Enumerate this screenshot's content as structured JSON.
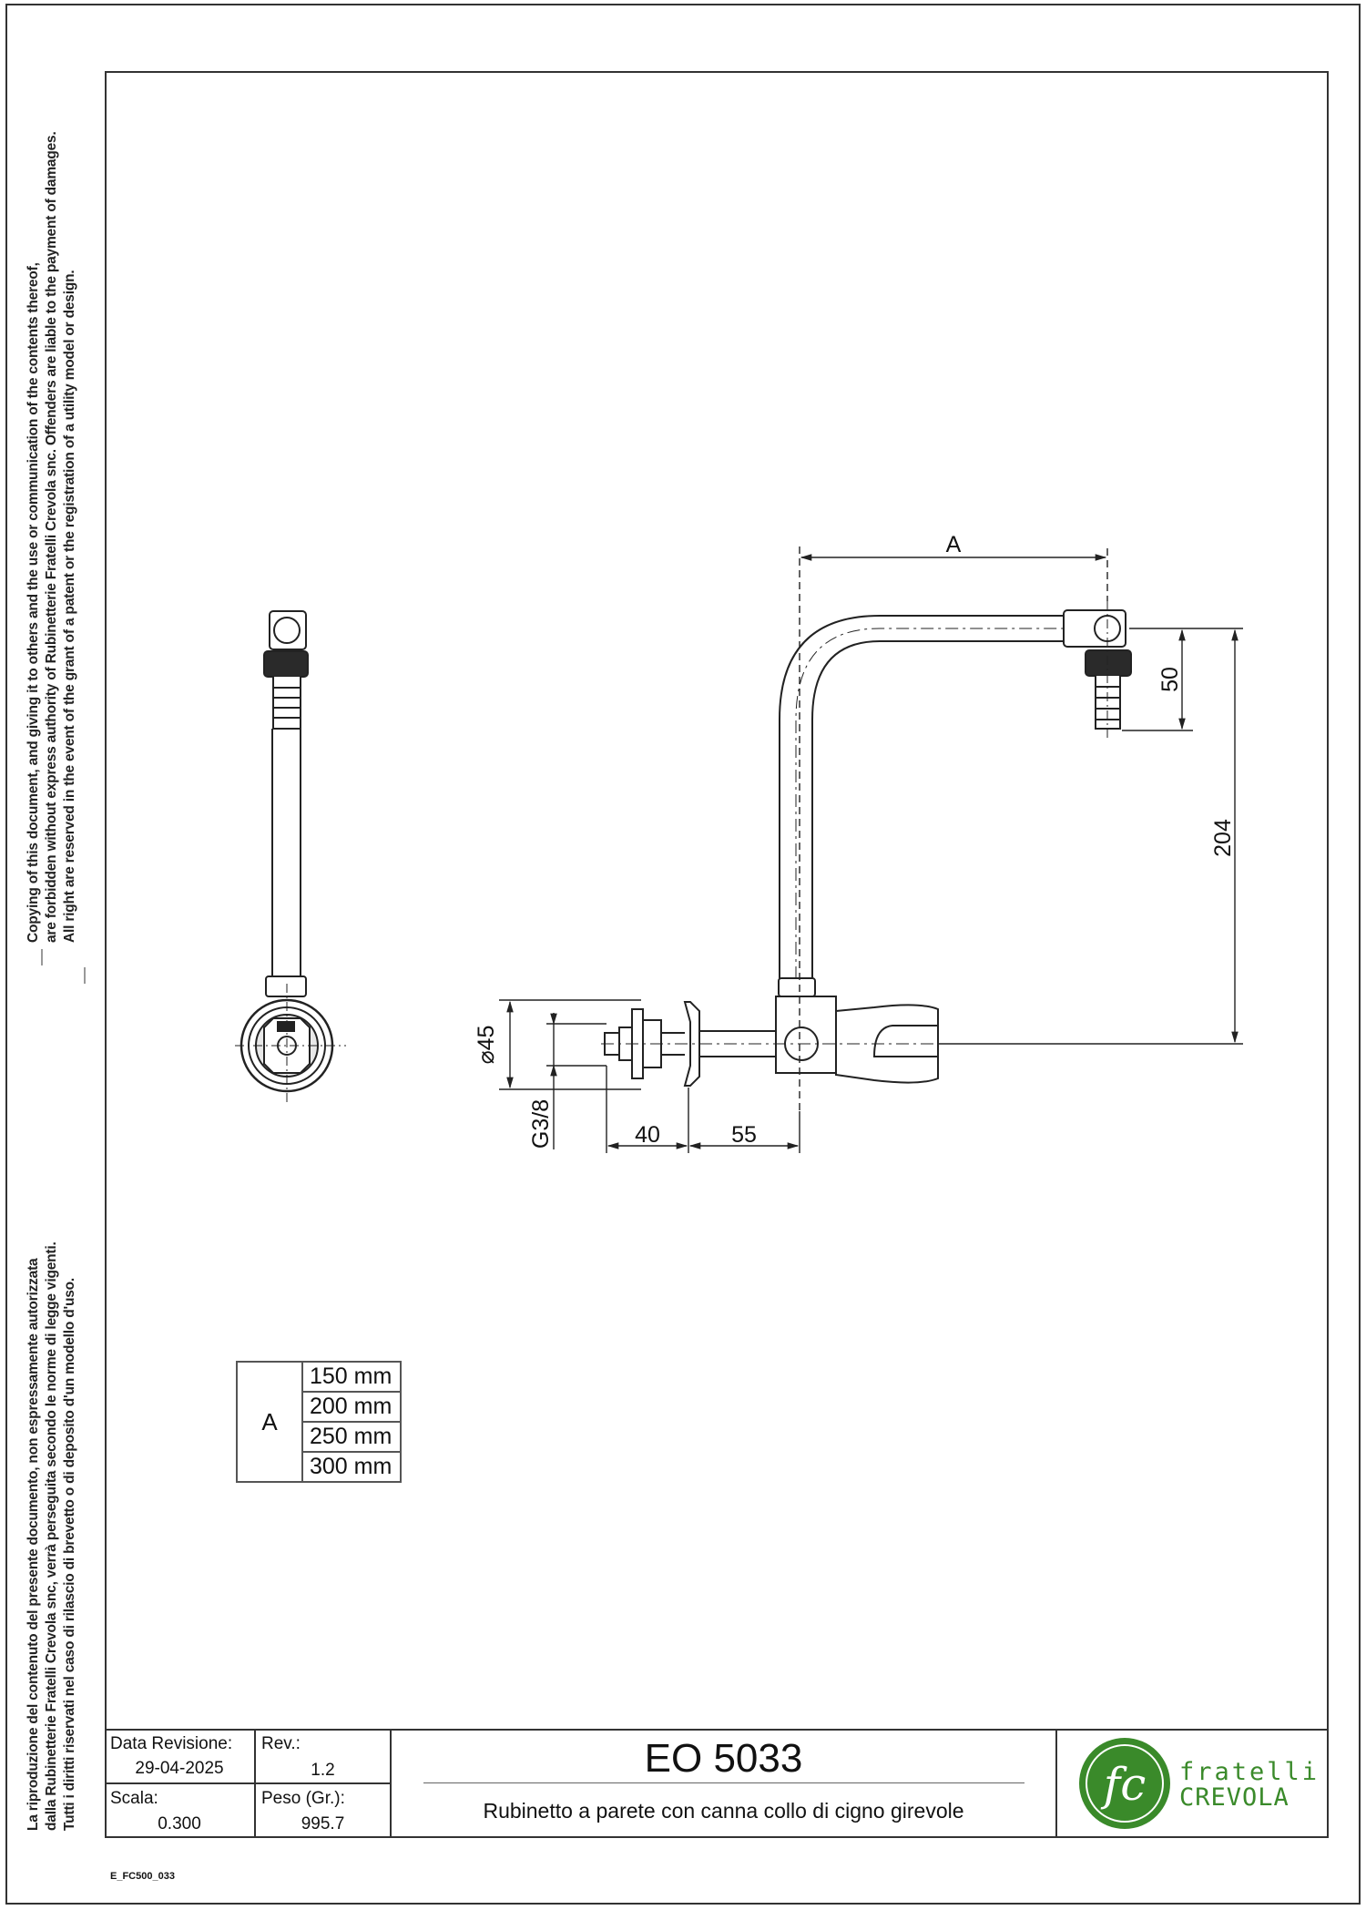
{
  "legal_notice_en": [
    "Copying of this document, and giving it to others and the use or communication of the contents thereof,",
    "are forbidden without express authority of Rubinetterie Fratelli Crevola snc. Offenders are liable to the payment of damages.",
    "All right are reserved in the event of the grant of a patent or the registration of a utility model or design."
  ],
  "legal_notice_it": [
    "La riproduzione del contenuto del presente documento, non espressamente autorizzata",
    "dalla Rubinetterie Fratelli Crevola snc, verrà perseguita secondo le norme di legge vigenti.",
    "Tutti i diritti riservati nel caso di rilascio di brevetto o di deposito d'un modello d'uso."
  ],
  "dimensions": {
    "a": "A",
    "d50": "50",
    "d204": "204",
    "d45": "⌀45",
    "g38": "G3/8",
    "d40": "40",
    "d55": "55"
  },
  "a_table": {
    "key": "A",
    "values": [
      "150 mm",
      "200 mm",
      "250 mm",
      "300 mm"
    ]
  },
  "title_block": {
    "revision_date_label": "Data Revisione:",
    "revision_date": "29-04-2025",
    "rev_label": "Rev.:",
    "rev": "1.2",
    "scale_label": "Scala:",
    "scale": "0.300",
    "weight_label": "Peso (Gr.):",
    "weight": "995.7",
    "code": "EO 5033",
    "description": "Rubinetto a parete con canna collo di cigno girevole",
    "logo_monogram": "fc",
    "logo_line1": "fratelli",
    "logo_line2": "CREVOLA"
  },
  "document_code": "E_FC500_033",
  "colors": {
    "logo_green": "#3a8a2a",
    "line": "#333333"
  }
}
